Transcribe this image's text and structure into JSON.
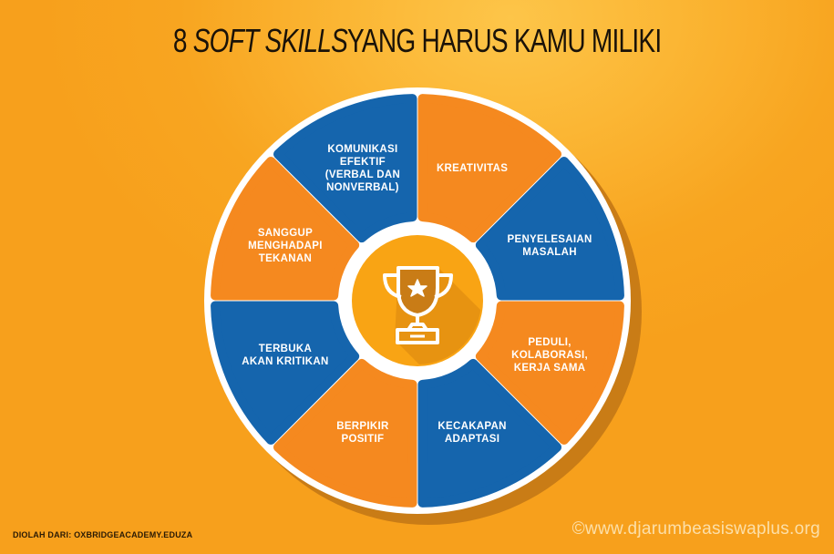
{
  "title": {
    "prefix": "8",
    "emphasis": "SOFT SKILLS",
    "suffix": "YANG HARUS KAMU MILIKI"
  },
  "colors": {
    "background": "#f8a520",
    "background_highlight": "#fdc549",
    "petal_blue": "#1565ad",
    "petal_orange": "#f5891f",
    "rim": "#ffffff",
    "hub": "#f9a414",
    "shadow": "#c97c16",
    "title_text": "#1a1208"
  },
  "center_icon": "trophy-star-icon",
  "skills": [
    {
      "label": "KREATIVITAS",
      "color": "orange"
    },
    {
      "label": "PENYELESAIAN\nMASALAH",
      "color": "blue"
    },
    {
      "label": "PEDULI,\nKOLABORASI,\nKERJA SAMA",
      "color": "orange"
    },
    {
      "label": "KECAKAPAN\nADAPTASI",
      "color": "blue"
    },
    {
      "label": "BERPIKIR\nPOSITIF",
      "color": "orange"
    },
    {
      "label": "TERBUKA\nAKAN KRITIKAN",
      "color": "blue"
    },
    {
      "label": "SANGGUP\nMENGHADAPI\nTEKANAN",
      "color": "orange"
    },
    {
      "label": "KOMUNIKASI\nEFEKTIF\n(VERBAL DAN\nNONVERBAL)",
      "color": "blue"
    }
  ],
  "footer": {
    "source": "DIOLAH DARI: OXBRIDGEACADEMY.EDUZA",
    "copyright": "©www.djarumbeasiswaplus.org"
  }
}
